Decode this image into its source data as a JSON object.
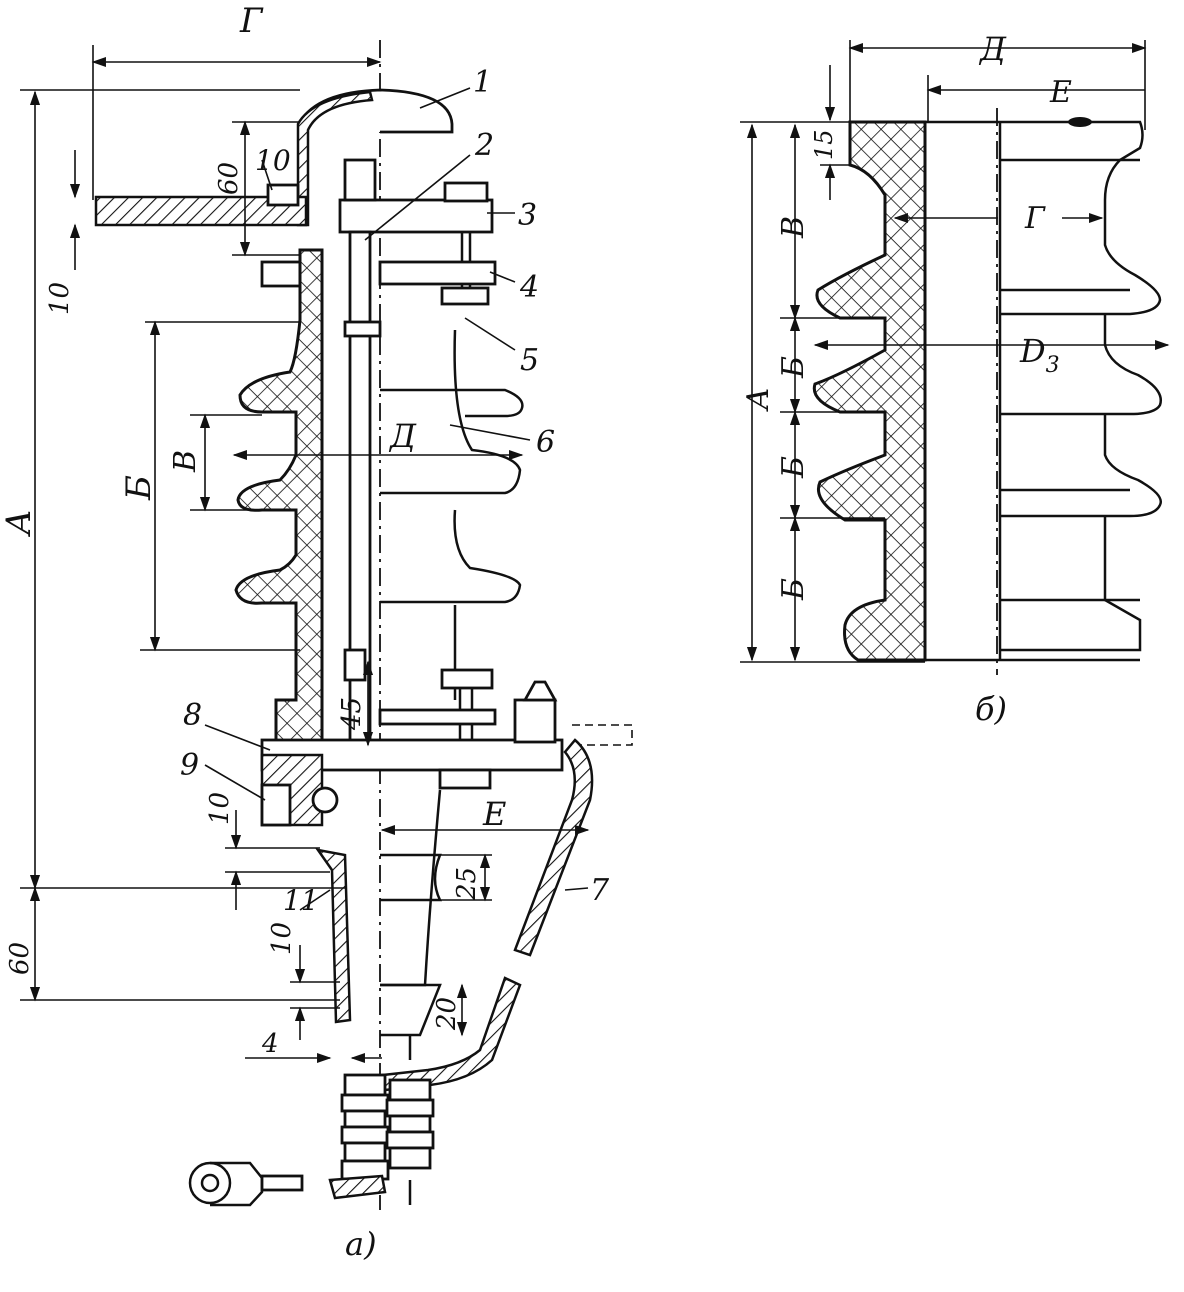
{
  "figure": {
    "left_caption": "а)",
    "right_caption": "б)"
  },
  "left": {
    "dims": {
      "A": "А",
      "B": "Б",
      "V": "В",
      "G": "Г",
      "D": "Д",
      "E": "Е",
      "d60_top": "60",
      "d10_left": "10",
      "d45": "45",
      "d10_mid": "10",
      "d25": "25",
      "d60_bottom": "60",
      "d10_low": "10",
      "d20": "20",
      "d4": "4"
    },
    "callouts": [
      "1",
      "2",
      "3",
      "4",
      "5",
      "6",
      "7",
      "8",
      "9",
      "10",
      "11"
    ]
  },
  "right": {
    "dims": {
      "D": "Д",
      "E": "Е",
      "d15": "15",
      "V": "В",
      "B1": "Б",
      "B2": "Б",
      "B3": "Б",
      "A": "А",
      "G": "Г",
      "D3": "D",
      "D3_sub": "3"
    }
  }
}
